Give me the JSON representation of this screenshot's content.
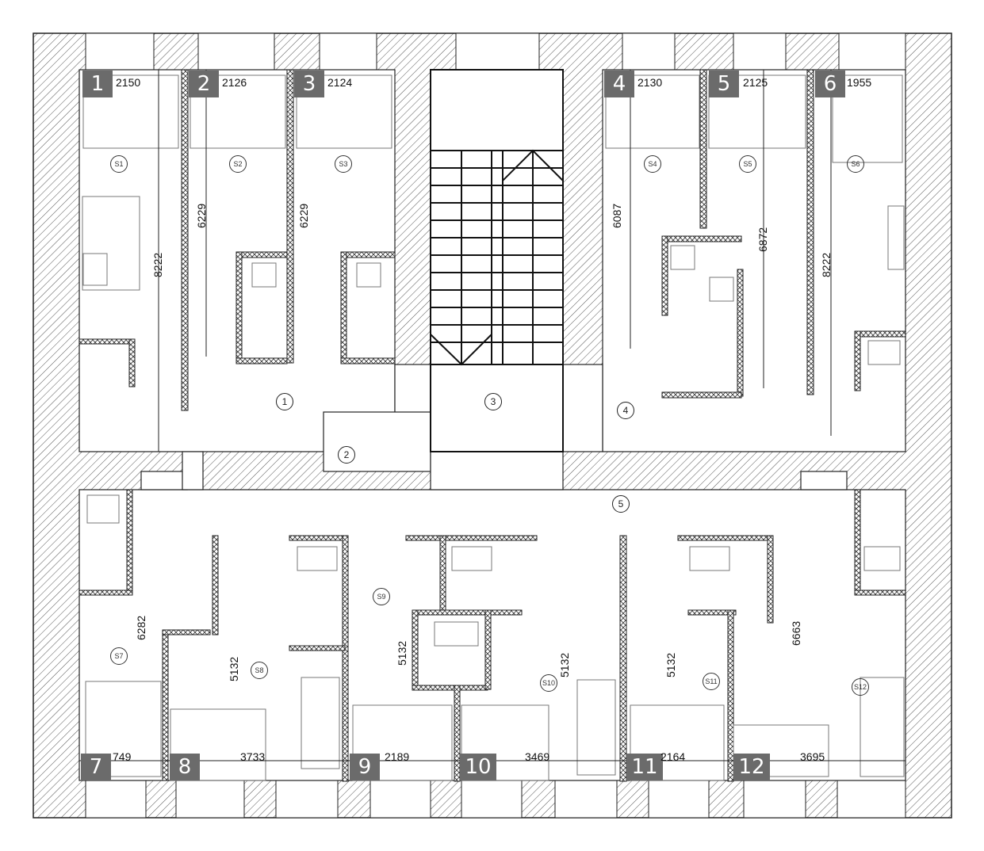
{
  "units": [
    {
      "number": "1",
      "width_dim": "2150",
      "room_label": "S1"
    },
    {
      "number": "2",
      "width_dim": "2126",
      "room_label": "S2"
    },
    {
      "number": "3",
      "width_dim": "2124",
      "room_label": "S3"
    },
    {
      "number": "4",
      "width_dim": "2130",
      "room_label": "S4"
    },
    {
      "number": "5",
      "width_dim": "2125",
      "room_label": "S5"
    },
    {
      "number": "6",
      "width_dim": "1955",
      "room_label": "S6"
    },
    {
      "number": "7",
      "width_dim": "749",
      "room_label": "S7"
    },
    {
      "number": "8",
      "width_dim": "3733",
      "room_label": "S8"
    },
    {
      "number": "9",
      "width_dim": "2189",
      "room_label": "S9"
    },
    {
      "number": "10",
      "width_dim": "3469",
      "room_label": "S10"
    },
    {
      "number": "11",
      "width_dim": "2164",
      "room_label": "S11"
    },
    {
      "number": "12",
      "width_dim": "3695",
      "room_label": "S12"
    }
  ],
  "length_dims": [
    "8222",
    "6229",
    "6229",
    "6087",
    "6872",
    "8222",
    "6282",
    "5132",
    "5132",
    "5132",
    "5132",
    "6663"
  ],
  "common_areas": [
    "1",
    "2",
    "3",
    "4",
    "5"
  ],
  "colors": {
    "badge": "#6b6b6b",
    "wall": "#222222",
    "hatch": "#555555",
    "furniture": "#666666"
  }
}
